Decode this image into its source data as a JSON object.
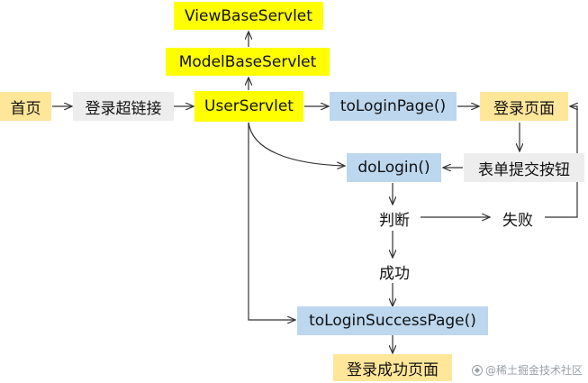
{
  "nodes": {
    "view_base_servlet": "ViewBaseServlet",
    "model_base_servlet": "ModelBaseServlet",
    "home": "首页",
    "login_link": "登录超链接",
    "user_servlet": "UserServlet",
    "to_login_page": "toLoginPage()",
    "login_page": "登录页面",
    "submit_button": "表单提交按钮",
    "do_login": "doLogin()",
    "judge": "判断",
    "fail": "失败",
    "success": "成功",
    "to_login_success_page": "toLoginSuccessPage()",
    "login_success_page": "登录成功页面"
  },
  "watermark": "@稀土掘金技术社区",
  "colors": {
    "yellow": "#ffff00",
    "orange": "#ffe699",
    "gray": "#ededed",
    "blue": "#bdd7ee"
  }
}
